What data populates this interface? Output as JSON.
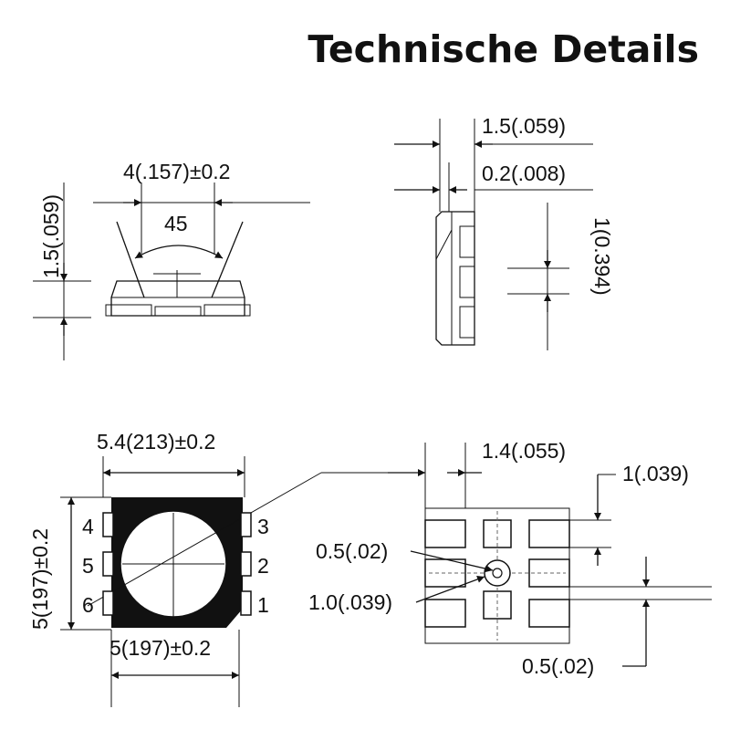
{
  "title": "Technische Details",
  "dimensions": {
    "side_width": "4(.157)±0.2",
    "angle": "45",
    "side_height": "1.5(.059)",
    "lead_thickness": "1.5(.059)",
    "lead_offset": "0.2(.008)",
    "pad_pitch": "1(0.394)",
    "top_width": "5.4(213)±0.2",
    "top_height": "5(197)±0.2",
    "bottom_width": "5(197)±0.2",
    "pad_gap": "1.4(.055)",
    "pad_height": "1(.039)",
    "center_mark": "0.5(.02)",
    "center_circle": "1.0(.039)",
    "pad_spacing": "0.5(.02)"
  },
  "pins": {
    "left": [
      "4",
      "5",
      "6"
    ],
    "right": [
      "3",
      "2",
      "1"
    ]
  },
  "colors": {
    "line": "#111111",
    "background": "#ffffff"
  }
}
